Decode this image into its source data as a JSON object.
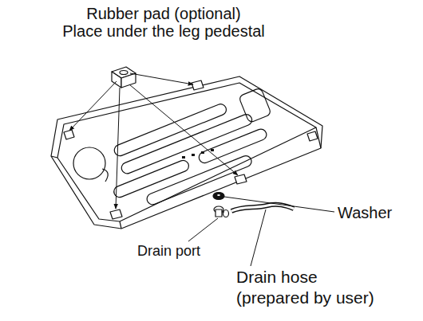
{
  "diagram": {
    "labels": [
      "Rubber pad (optional)",
      "Place under the leg pedestal",
      "Washer",
      "Drain port",
      "Drain hose",
      "(prepared by user)"
    ]
  }
}
